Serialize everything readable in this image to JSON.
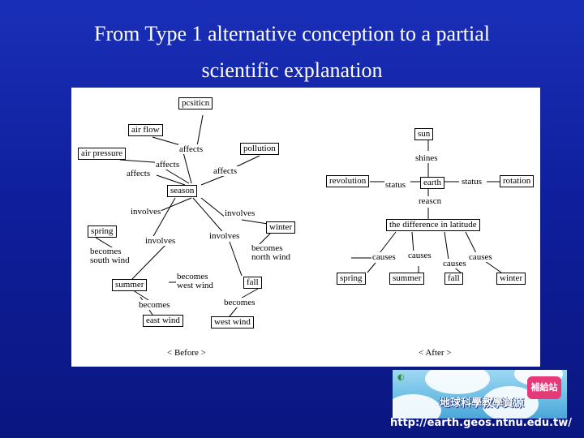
{
  "slide": {
    "title_line1": "From Type 1 alternative conception to a partial",
    "title_line2": "scientific explanation"
  },
  "before_map": {
    "caption": "< Before >",
    "nodes": {
      "position": "pcsiticn",
      "air_flow": "air flow",
      "air_pressure": "air pressure",
      "pollution": "pollution",
      "season": "season",
      "spring": "spring",
      "winter": "winter",
      "summer": "summer",
      "fall": "fall",
      "east_wind": "east wind",
      "west_wind": "west wind"
    },
    "links": {
      "affects_1": "affects",
      "affects_2": "affects",
      "affects_3": "affects",
      "affects_4": "affects",
      "involves_1": "involves",
      "involves_2": "involves",
      "involves_3": "involves",
      "involves_4": "involves",
      "becomes_south_wind": "becomes south wind",
      "becomes_north_wind": "becomes north wind",
      "becomes_west_wind": "becomes west wind",
      "becomes_1": "becomes",
      "becomes_2": "becomes"
    }
  },
  "after_map": {
    "caption": "< After >",
    "nodes": {
      "sun": "sun",
      "earth": "earth",
      "revolution": "revolution",
      "rotation": "rotation",
      "difference": "the difference in latitude",
      "spring": "spring",
      "summer": "summer",
      "fall": "fall",
      "winter": "winter"
    },
    "links": {
      "shines": "shines",
      "status_1": "status",
      "status_2": "status",
      "reason": "reascn",
      "causes_1": "causes",
      "causes_2": "causes",
      "causes_3": "causes",
      "causes_4": "causes"
    }
  },
  "logo": {
    "text": "地球科學教學資源",
    "badge": "補給站",
    "url": "http://earth.geos.ntnu.edu.tw/"
  }
}
